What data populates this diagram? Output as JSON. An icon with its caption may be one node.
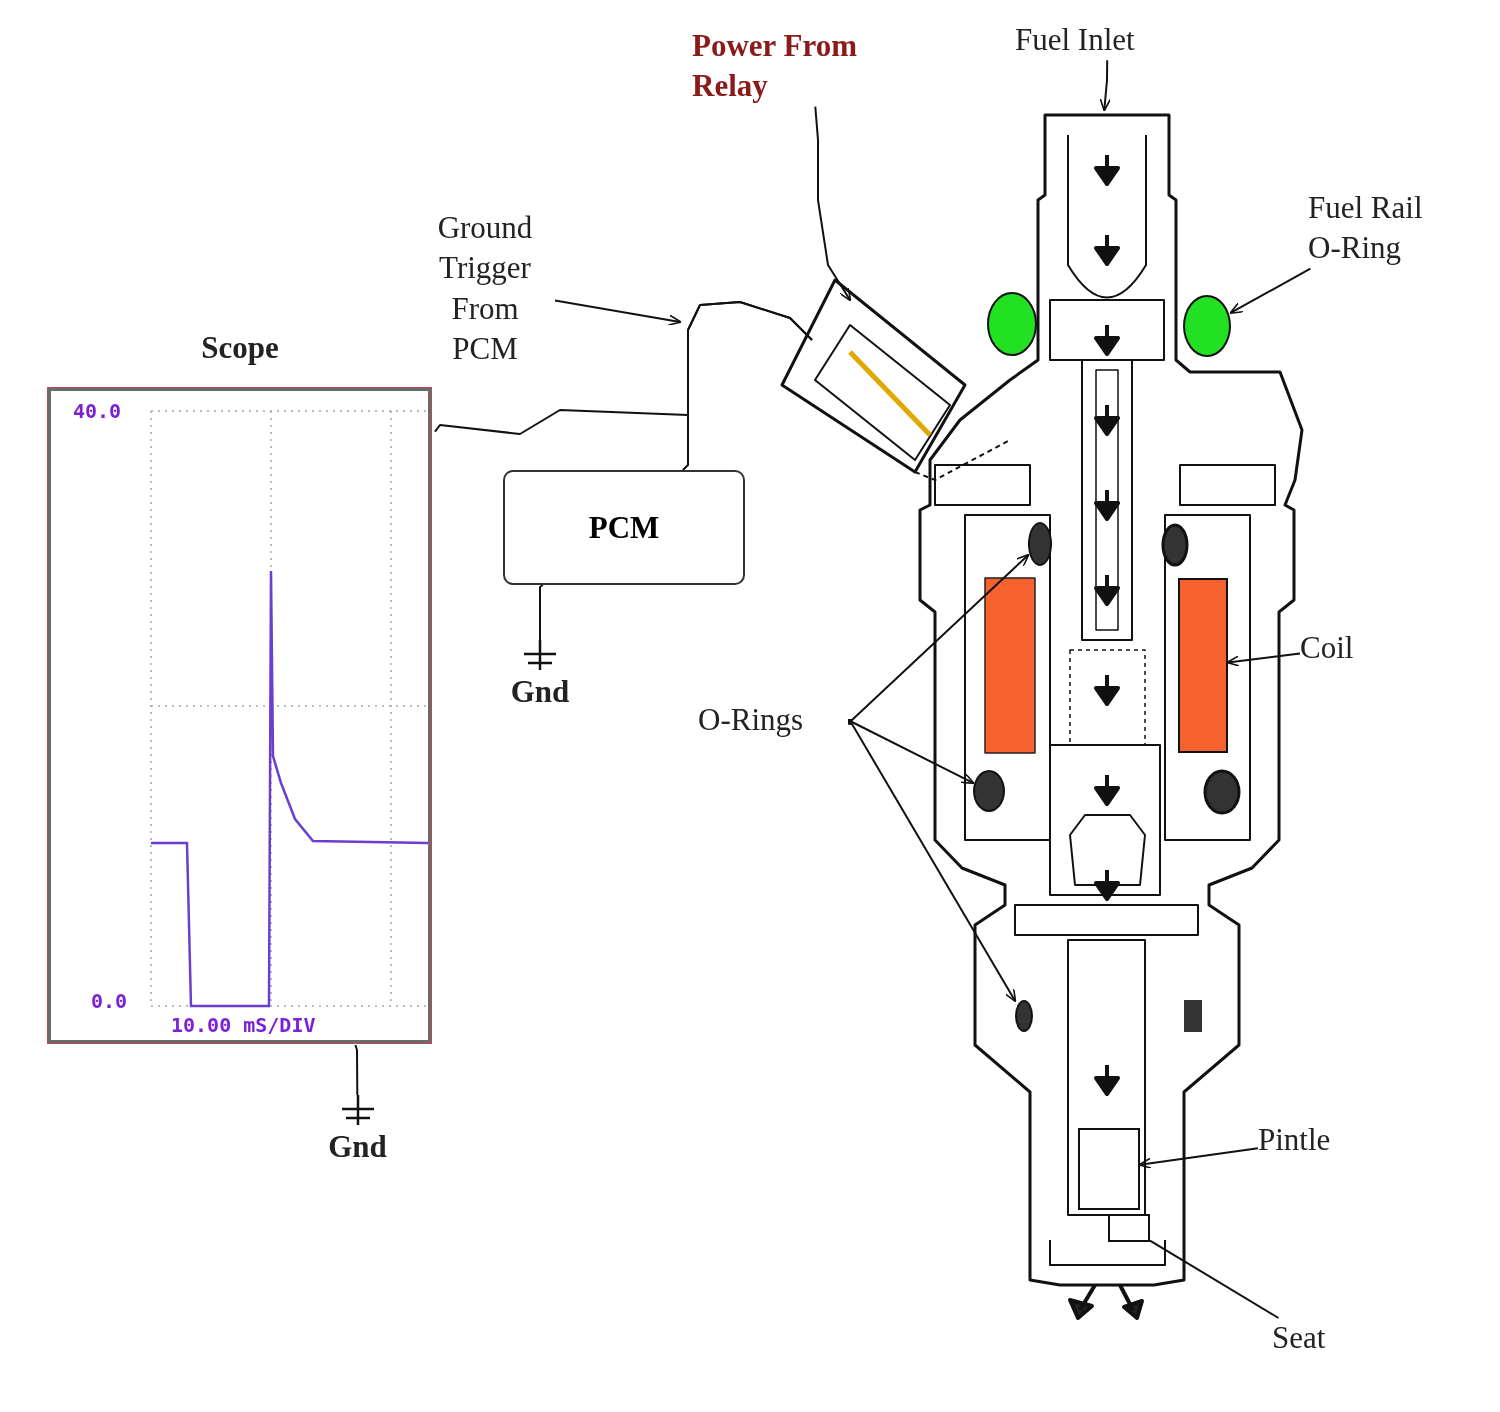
{
  "diagram": {
    "nodes": [
      {
        "text": [
          "Power From Relay"
        ]
      },
      {
        "text": [
          "Fuel Inlet"
        ]
      },
      {
        "text": [],
        "shape": "picture"
      },
      {
        "text": [
          "Fuel Rail O-Ring"
        ]
      },
      {
        "text": [],
        "shape": "circle",
        "in": 2
      },
      {
        "text": [
          "Ground Trigger From PCM"
        ]
      },
      {
        "text": [
          "Scope",
          "40.0",
          "0.0",
          "10.00 mS/DIV"
        ]
      },
      {
        "text": [
          "PCM"
        ]
      },
      {
        "text": [
          "Gnd"
        ]
      },
      {
        "text": [
          "O-Rings"
        ]
      },
      {
        "text": [],
        "shape": "circle",
        "in": 2
      },
      {
        "text": [],
        "shape": "box",
        "in": 2
      },
      {
        "text": [
          "Coil"
        ]
      },
      {
        "text": [],
        "shape": "circle",
        "in": 2
      },
      {
        "text": [],
        "shape": "circle",
        "in": 2
      },
      {
        "text": [
          "Gnd"
        ]
      },
      {
        "text": [
          "Pintle"
        ]
      },
      {
        "text": [],
        "shape": "box",
        "in": 2
      },
      {
        "text": [
          "Seat"
        ]
      },
      {
        "text": [],
        "shape": "box",
        "in": 2
      }
    ],
    "edges": [
      {
        "from": 0,
        "to": 2,
        "arrow": "to"
      },
      {
        "from": 1,
        "to": 2,
        "arrow": "to"
      },
      {
        "from": 3,
        "to": 4,
        "arrow": "to"
      },
      {
        "from": 5,
        "to": null,
        "arrow": "to"
      },
      {
        "from": 6,
        "to": 2,
        "arrow": "none"
      },
      {
        "from": 7,
        "to": 2,
        "arrow": "none"
      },
      {
        "from": 7,
        "to": 8,
        "arrow": "none"
      },
      {
        "from": 9,
        "to": 10,
        "arrow": "to"
      },
      {
        "from": 9,
        "to": 13,
        "arrow": "to"
      },
      {
        "from": 9,
        "to": 14,
        "arrow": "to"
      },
      {
        "from": 12,
        "to": 11,
        "arrow": "to"
      },
      {
        "from": 6,
        "to": 15,
        "arrow": "none"
      },
      {
        "from": 16,
        "to": 17,
        "arrow": "to"
      },
      {
        "from": 18,
        "to": 19,
        "arrow": "none"
      }
    ]
  }
}
